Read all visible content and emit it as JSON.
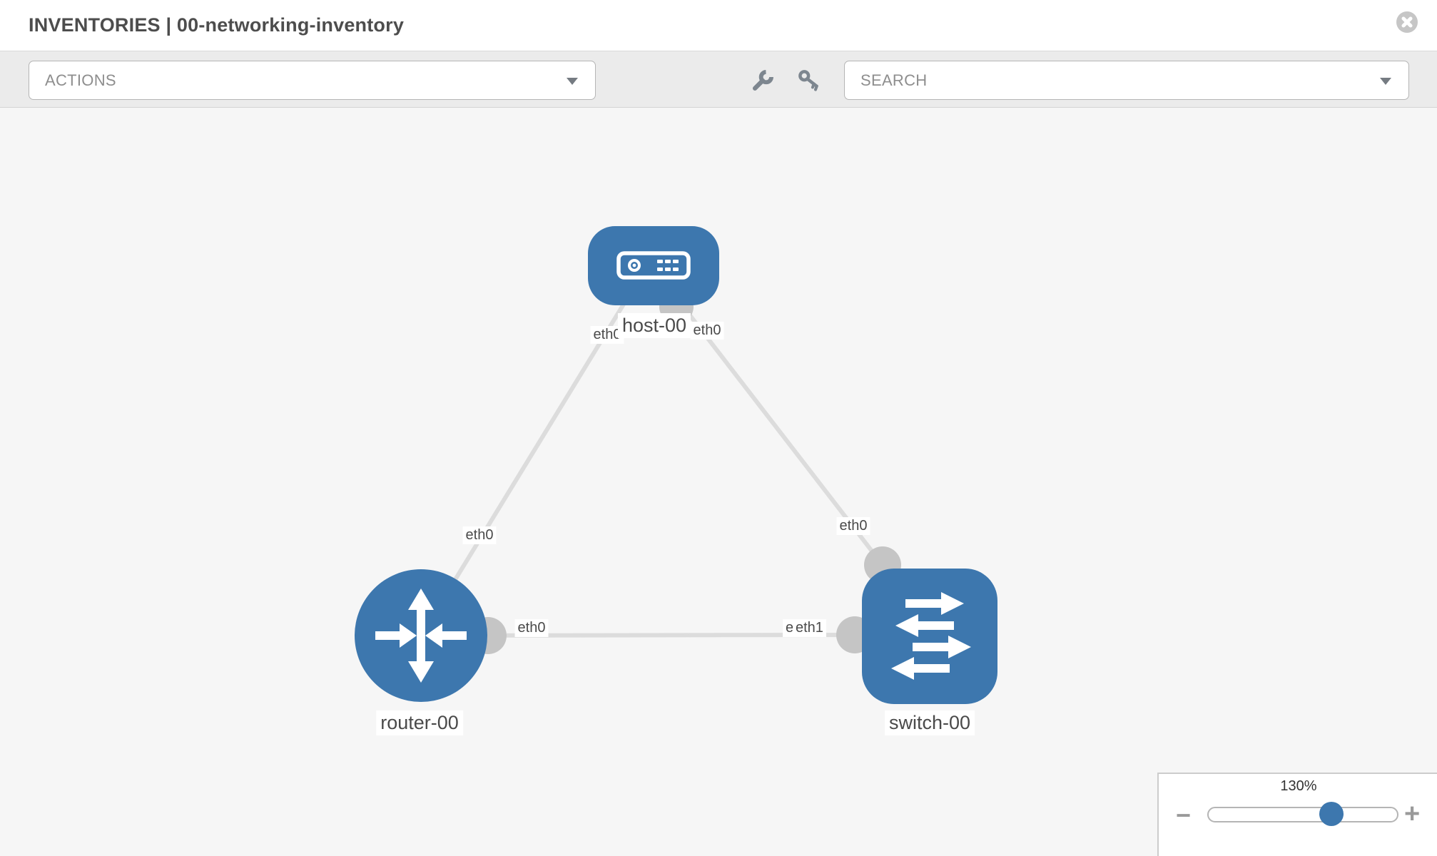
{
  "header": {
    "title": "INVENTORIES | 00-networking-inventory"
  },
  "toolbar": {
    "actions_label": "ACTIONS",
    "search_placeholder": "SEARCH"
  },
  "colors": {
    "node_blue": "#3d77ae",
    "link_gray": "#dcdcdc",
    "connector_gray": "#c5c5c5",
    "canvas_bg": "#f6f6f6",
    "toolbar_bg": "#ebebeb"
  },
  "graph": {
    "nodes": [
      {
        "id": "host-00",
        "type": "host",
        "label": "host-00"
      },
      {
        "id": "router-00",
        "type": "router",
        "label": "router-00"
      },
      {
        "id": "switch-00",
        "type": "switch",
        "label": "switch-00"
      }
    ],
    "links": [
      {
        "from": "host-00",
        "from_port": "eth0",
        "to": "router-00",
        "to_port": "eth0"
      },
      {
        "from": "host-00",
        "from_port": "eth0",
        "to": "switch-00",
        "to_port": "eth0"
      },
      {
        "from": "router-00",
        "from_port": "eth0",
        "to": "switch-00",
        "to_port": "eth1"
      }
    ],
    "overlapping_port_labels": [
      "eth0",
      "eth1"
    ]
  },
  "zoom_control": {
    "value_label": "130%",
    "percent": 130,
    "minus_label": "−",
    "plus_label": "+"
  }
}
